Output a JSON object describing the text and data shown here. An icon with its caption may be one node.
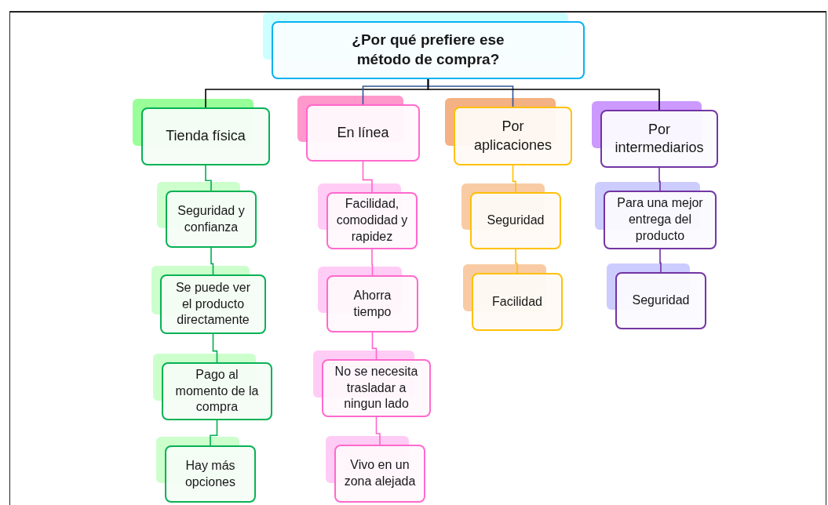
{
  "diagram": {
    "nodes": [
      {
        "text": [
          "¿Por qué prefiere ese método de compra?"
        ]
      },
      {
        "text": [
          "Tienda física"
        ]
      },
      {
        "text": [
          "En línea"
        ]
      },
      {
        "text": [
          "Por aplicaciones"
        ]
      },
      {
        "text": [
          "Por intermediarios"
        ]
      },
      {
        "text": [
          "Seguridad y confianza"
        ]
      },
      {
        "text": [
          "Se puede ver el producto directamente"
        ]
      },
      {
        "text": [
          "Pago al momento de la compra"
        ]
      },
      {
        "text": [
          "Hay más opciones"
        ]
      },
      {
        "text": [
          "Facilidad, comodidad y rapidez"
        ]
      },
      {
        "text": [
          "Ahorra tiempo"
        ]
      },
      {
        "text": [
          "No se necesita trasladar a ningun lado"
        ]
      },
      {
        "text": [
          "Vivo en un zona alejada"
        ]
      },
      {
        "text": [
          "Seguridad"
        ]
      },
      {
        "text": [
          "Facilidad"
        ]
      },
      {
        "text": [
          "Para una mejor entrega del producto"
        ]
      },
      {
        "text": [
          "Seguridad"
        ]
      }
    ],
    "edges": [
      {
        "from": 0,
        "to": 1,
        "arrow": "none",
        "color": "#000000"
      },
      {
        "from": 0,
        "to": 2,
        "arrow": "none",
        "color": "#2f5597"
      },
      {
        "from": 0,
        "to": 3,
        "arrow": "none",
        "color": "#2f5597"
      },
      {
        "from": 0,
        "to": 4,
        "arrow": "none",
        "color": "#000000"
      },
      {
        "from": 1,
        "to": 5,
        "arrow": "none",
        "color": "#00b050"
      },
      {
        "from": 5,
        "to": 6,
        "arrow": "none",
        "color": "#00b050"
      },
      {
        "from": 6,
        "to": 7,
        "arrow": "none",
        "color": "#00b050"
      },
      {
        "from": 7,
        "to": 8,
        "arrow": "none",
        "color": "#00b050"
      },
      {
        "from": 2,
        "to": 9,
        "arrow": "none",
        "color": "#ff66cc"
      },
      {
        "from": 9,
        "to": 10,
        "arrow": "none",
        "color": "#ff66cc"
      },
      {
        "from": 10,
        "to": 11,
        "arrow": "none",
        "color": "#ff66cc"
      },
      {
        "from": 11,
        "to": 12,
        "arrow": "none",
        "color": "#ff66cc"
      },
      {
        "from": 3,
        "to": 13,
        "arrow": "none",
        "color": "#ffc000"
      },
      {
        "from": 13,
        "to": 14,
        "arrow": "none",
        "color": "#ffc000"
      },
      {
        "from": 4,
        "to": 15,
        "arrow": "none",
        "color": "#7030a0"
      },
      {
        "from": 15,
        "to": 16,
        "arrow": "none",
        "color": "#7030a0"
      }
    ]
  }
}
